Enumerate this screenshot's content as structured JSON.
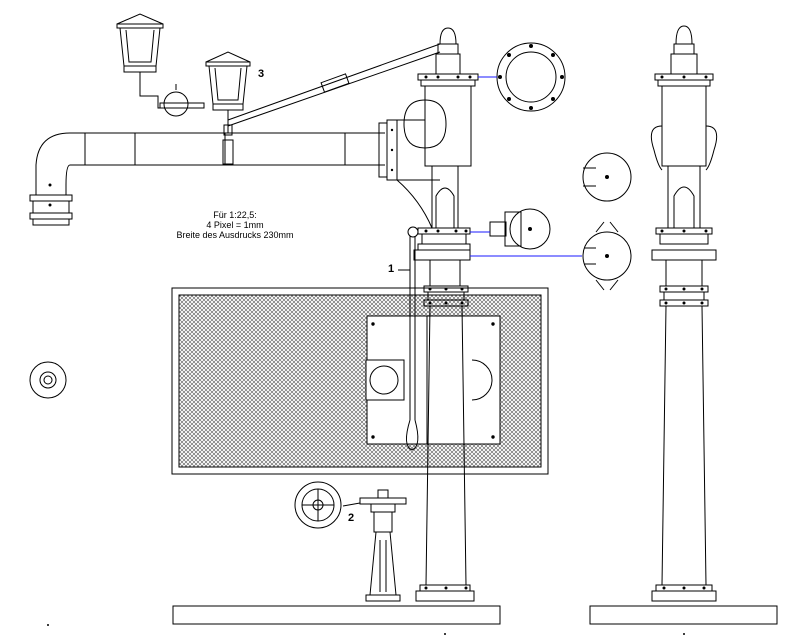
{
  "note": {
    "line1": "Für 1:22,5:",
    "line2": "4 Pixel = 1mm",
    "line3": "Breite des Ausdrucks 230mm"
  },
  "callouts": {
    "one": "1",
    "two": "2",
    "three": "3"
  },
  "colors": {
    "line": "#000000",
    "leader": "#1a1aff",
    "hatch": "#555555"
  },
  "icons": {
    "lantern": "lantern-icon",
    "valve_wheel": "valve-wheel-icon",
    "flange": "flange-icon"
  }
}
